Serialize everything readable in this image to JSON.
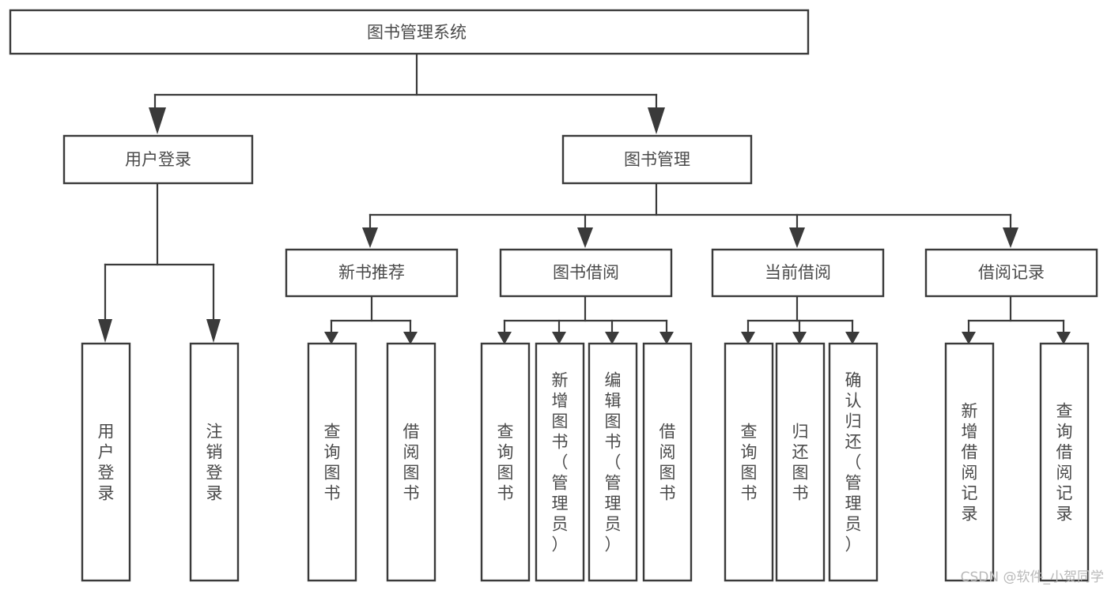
{
  "diagram": {
    "title": "图书管理系统",
    "type": "tree",
    "colors": {
      "box_stroke": "#3a3a3a",
      "box_fill": "#ffffff",
      "text": "#4a4a4a",
      "watermark": "#b9b9b9",
      "background": "#ffffff"
    },
    "root": {
      "id": "root",
      "label": "图书管理系统"
    },
    "level2": [
      {
        "id": "user-login",
        "label": "用户登录"
      },
      {
        "id": "book-manage",
        "label": "图书管理"
      }
    ],
    "level3": [
      {
        "id": "new-book-recommend",
        "label": "新书推荐",
        "parent": "book-manage"
      },
      {
        "id": "book-borrow",
        "label": "图书借阅",
        "parent": "book-manage"
      },
      {
        "id": "current-borrow",
        "label": "当前借阅",
        "parent": "book-manage"
      },
      {
        "id": "borrow-record",
        "label": "借阅记录",
        "parent": "book-manage"
      }
    ],
    "leaves": {
      "user-login": [
        {
          "id": "leaf-user-login",
          "label": "用户登录"
        },
        {
          "id": "leaf-user-logout",
          "label": "注销登录"
        }
      ],
      "new-book-recommend": [
        {
          "id": "leaf-query-book-1",
          "label": "查询图书"
        },
        {
          "id": "leaf-borrow-book-1",
          "label": "借阅图书"
        }
      ],
      "book-borrow": [
        {
          "id": "leaf-query-book-2",
          "label": "查询图书"
        },
        {
          "id": "leaf-add-book",
          "label": "新增图书（管理员）"
        },
        {
          "id": "leaf-edit-book",
          "label": "编辑图书（管理员）"
        },
        {
          "id": "leaf-borrow-book-2",
          "label": "借阅图书"
        }
      ],
      "current-borrow": [
        {
          "id": "leaf-query-book-3",
          "label": "查询图书"
        },
        {
          "id": "leaf-return-book",
          "label": "归还图书"
        },
        {
          "id": "leaf-confirm-return",
          "label": "确认归还（管理员）"
        }
      ],
      "borrow-record": [
        {
          "id": "leaf-add-record",
          "label": "新增借阅记录"
        },
        {
          "id": "leaf-query-record",
          "label": "查询借阅记录"
        }
      ]
    }
  },
  "watermark": {
    "text": "CSDN @软件_小贺同学"
  }
}
